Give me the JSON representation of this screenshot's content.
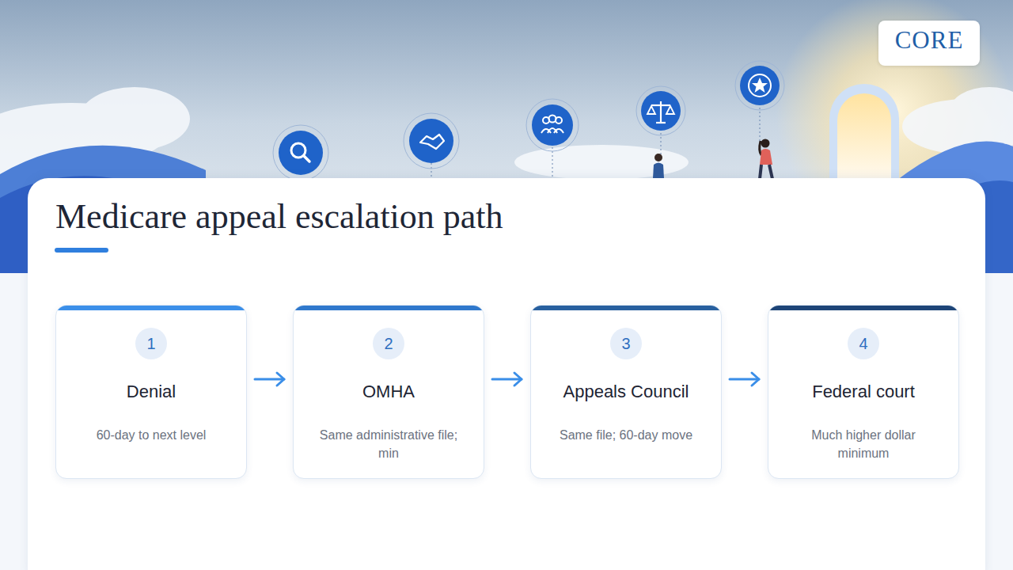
{
  "diagram": {
    "title": "Medicare appeal escalation path",
    "nodes": [
      {
        "text": [
          "1",
          "Denial",
          "60-day to next level"
        ]
      },
      {
        "text": [
          "2",
          "OMHA",
          "Same administrative file; min"
        ]
      },
      {
        "text": [
          "3",
          "Appeals Council",
          "Same file; 60-day move"
        ]
      },
      {
        "text": [
          "4",
          "Federal court",
          "Much higher dollar minimum"
        ]
      }
    ],
    "edges": [
      {
        "from": 0,
        "to": 1,
        "arrow": "to"
      },
      {
        "from": 1,
        "to": 2,
        "arrow": "to"
      },
      {
        "from": 2,
        "to": 3,
        "arrow": "to"
      }
    ],
    "labels": [
      "CORE"
    ]
  }
}
